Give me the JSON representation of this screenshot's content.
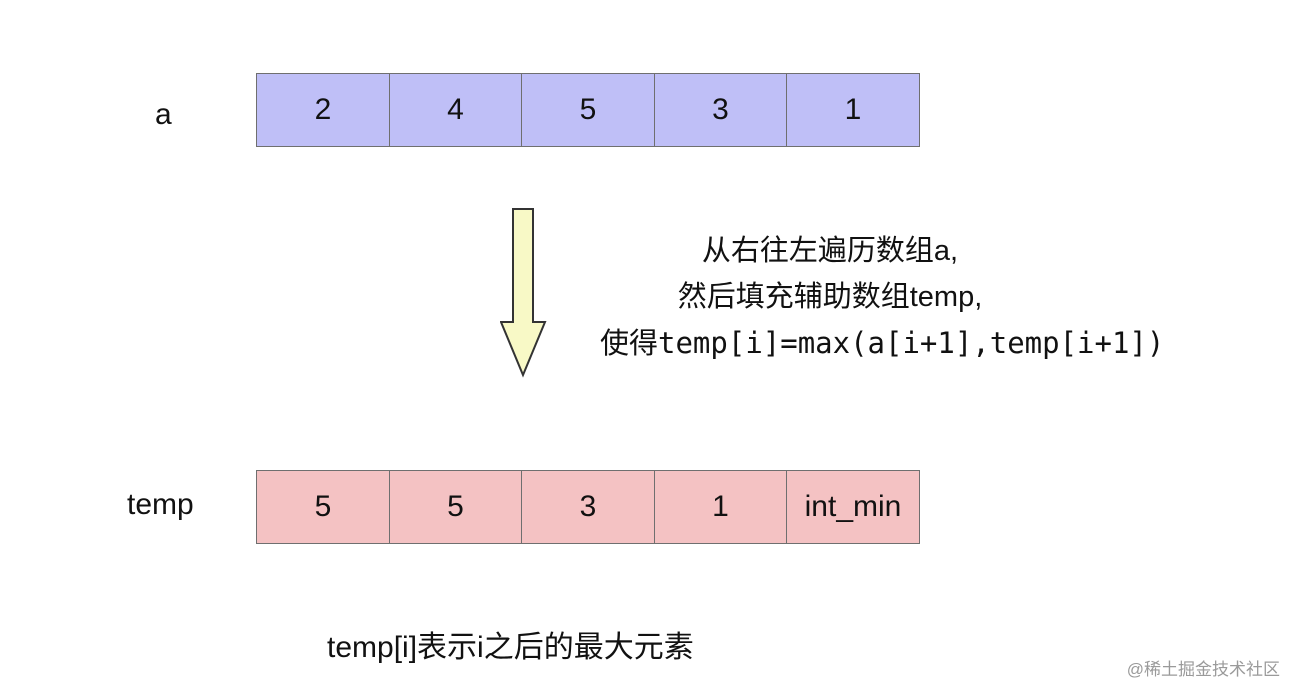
{
  "rows": [
    {
      "label": "a",
      "cells": [
        "2",
        "4",
        "5",
        "3",
        "1"
      ],
      "color": "#bfbff7"
    },
    {
      "label": "temp",
      "cells": [
        "5",
        "5",
        "3",
        "1",
        "int_min"
      ],
      "color": "#f4c2c3"
    }
  ],
  "arrow": {
    "direction": "down",
    "fill": "#f8f9c6",
    "stroke": "#333333"
  },
  "explanation": {
    "line1": "从右往左遍历数组a,",
    "line2": "然后填充辅助数组temp,",
    "line3_prefix": "使得",
    "line3_formula": "temp[i]=max(a[i+1],temp[i+1])"
  },
  "caption": "temp[i]表示i之后的最大元素",
  "watermark": "@稀土掘金技术社区"
}
